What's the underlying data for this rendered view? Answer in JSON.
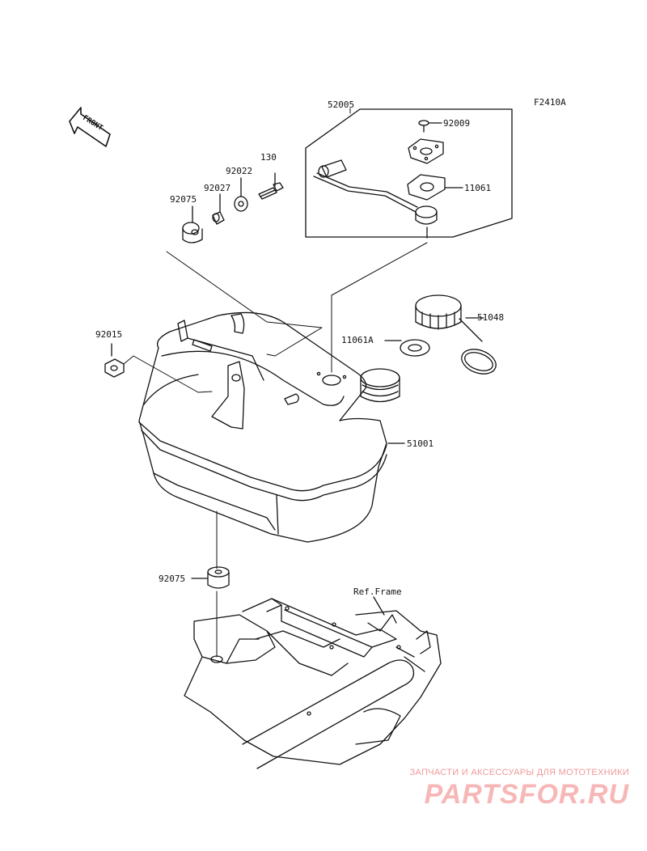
{
  "figure_code": "F2410A",
  "front_marker": "FRONT",
  "callouts": {
    "c52005": "52005",
    "c92009": "92009",
    "c11061": "11061",
    "c130": "130",
    "c92022": "92022",
    "c92027": "92027",
    "c92075_top": "92075",
    "c51048": "51048",
    "c11061A": "11061A",
    "c92015": "92015",
    "c51001": "51001",
    "c92075_bottom": "92075",
    "ref_frame": "Ref.Frame"
  },
  "watermark": {
    "caption": "ЗАПЧАСТИ И АКСЕССУАРЫ ДЛЯ МОТОТЕХНИКИ",
    "logo": "PARTSFOR.RU"
  }
}
